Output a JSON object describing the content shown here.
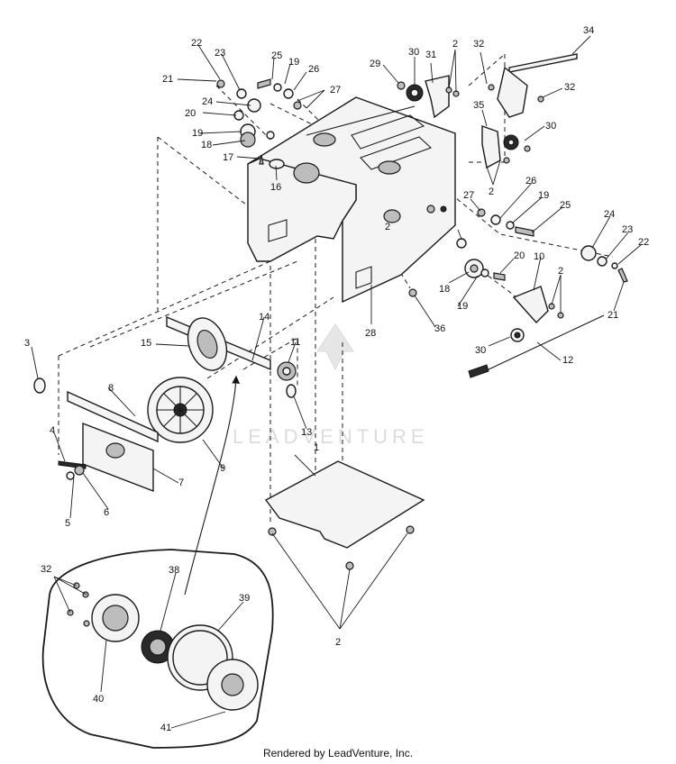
{
  "diagram": {
    "watermark": "LEADVENTURE",
    "footer": "Rendered by LeadVenture, Inc.",
    "callouts": [
      "1",
      "2",
      "2",
      "2",
      "2",
      "2",
      "3",
      "4",
      "5",
      "6",
      "7",
      "8",
      "9",
      "10",
      "11",
      "12",
      "13",
      "14",
      "15",
      "16",
      "17",
      "18",
      "18",
      "19",
      "19",
      "19",
      "19",
      "20",
      "20",
      "21",
      "21",
      "22",
      "22",
      "23",
      "23",
      "24",
      "24",
      "25",
      "25",
      "26",
      "26",
      "27",
      "27",
      "28",
      "29",
      "30",
      "30",
      "30",
      "31",
      "32",
      "32",
      "32",
      "34",
      "35",
      "36",
      "38",
      "39",
      "40",
      "41"
    ]
  }
}
